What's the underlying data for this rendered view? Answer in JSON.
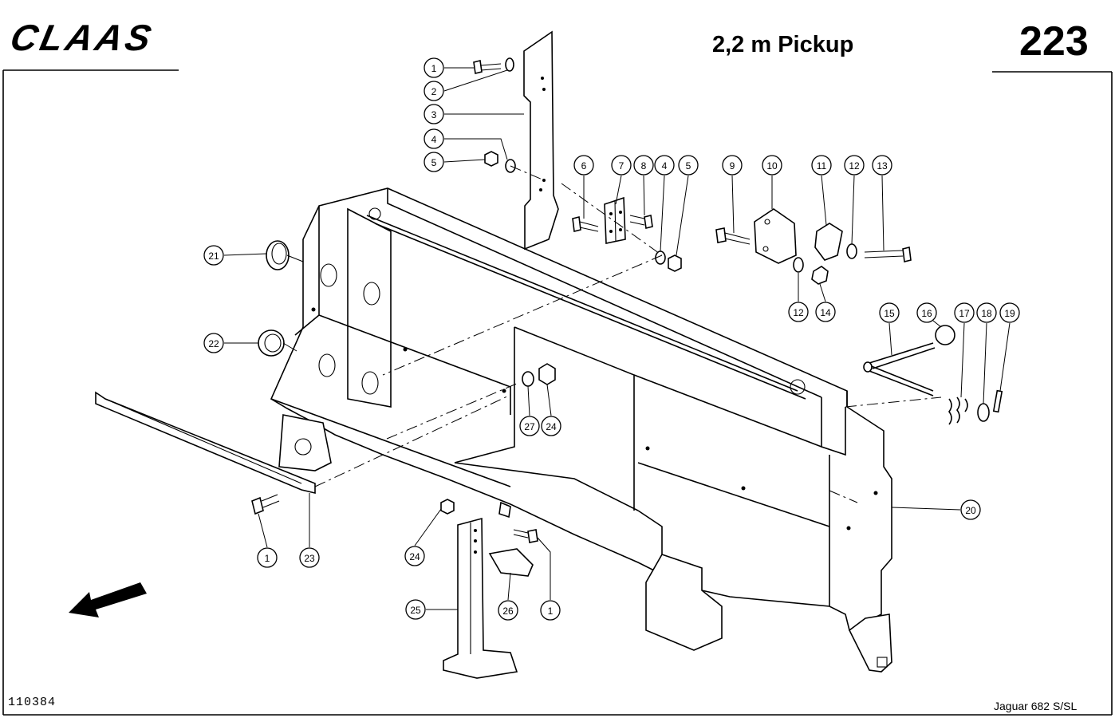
{
  "header": {
    "brand": "CLAAS",
    "title": "2,2 m Pickup",
    "page_number": "223"
  },
  "footer": {
    "drawing_number": "110384",
    "model": "Jaguar 682 S/SL"
  },
  "callouts": [
    "1",
    "2",
    "3",
    "4",
    "5",
    "6",
    "7",
    "8",
    "4",
    "5",
    "9",
    "10",
    "11",
    "12",
    "13",
    "12",
    "14",
    "15",
    "16",
    "17",
    "18",
    "19",
    "20",
    "21",
    "22",
    "27",
    "24",
    "1",
    "23",
    "24",
    "26",
    "1",
    "25"
  ],
  "icons": {
    "direction": "arrow-left-down-icon"
  }
}
